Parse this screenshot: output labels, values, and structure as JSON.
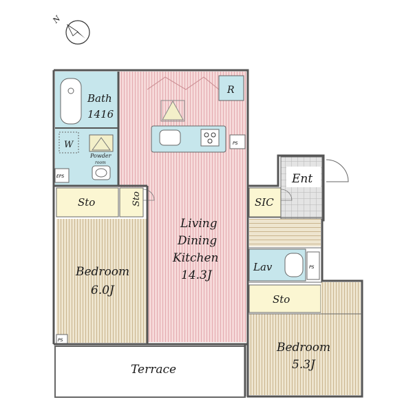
{
  "compass": {
    "label": "N",
    "icon": "north-arrow-icon"
  },
  "rooms": {
    "bath": {
      "name": "Bath",
      "size": "1416"
    },
    "washer": {
      "label": "W"
    },
    "powder_room": {
      "line1": "Powder",
      "line2": "room"
    },
    "eps": {
      "label": "EPS"
    },
    "refrigerator": {
      "label": "R"
    },
    "ps_kitchen": {
      "label": "PS"
    },
    "entrance": {
      "label": "Ent"
    },
    "sto_left": {
      "label": "Sto"
    },
    "sto_small": {
      "label": "Sto"
    },
    "sic": {
      "label": "SIC"
    },
    "ldk": {
      "line1": "Living",
      "line2": "Dining",
      "line3": "Kitchen",
      "size": "14.3J"
    },
    "lav": {
      "label": "Lav"
    },
    "ps_lav": {
      "label": "PS"
    },
    "bedroom_left": {
      "name": "Bedroom",
      "size": "6.0J"
    },
    "ps_left": {
      "label": "PS"
    },
    "sto_right": {
      "label": "Sto"
    },
    "bedroom_right": {
      "name": "Bedroom",
      "size": "5.3J"
    },
    "terrace": {
      "label": "Terrace"
    }
  },
  "colors": {
    "wet_area": "#c6e6ec",
    "ldk_floor": "#f5d6d6",
    "bedroom_floor": "#ede3cc",
    "storage": "#fbf6d2",
    "wall": "#555555"
  }
}
